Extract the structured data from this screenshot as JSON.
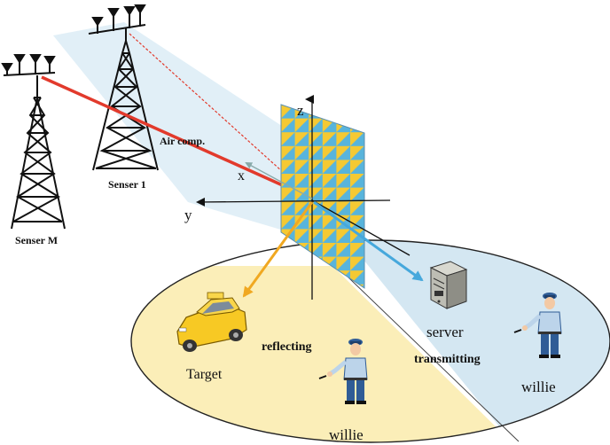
{
  "labels": {
    "senser_1": "Senser 1",
    "senser_m": "Senser M",
    "air_comp": "Air comp.",
    "axis_z": "z",
    "axis_x": "x",
    "axis_y": "y",
    "target": "Target",
    "reflecting": "reflecting",
    "server": "server",
    "transmitting": "transmitting",
    "willie_front": "willie",
    "willie_right": "willie"
  },
  "icons": {
    "tower_left": "antenna-tower-icon",
    "tower_right": "antenna-tower-icon",
    "ris": "ris-panel-icon",
    "target": "taxi-car-icon",
    "server": "server-icon",
    "willie": "police-officer-icon"
  },
  "colors": {
    "background": "#ffffff",
    "coverage_beam": "#dcecf6",
    "reflecting_region": "#fbeeb8",
    "transmitting_region": "#d4e7f2",
    "ellipse_outline": "#222222",
    "air_comp_arrow": "#e23a2c",
    "reflect_arrow": "#f0a821",
    "transmit_arrow": "#46a8dc",
    "ris_yellow": "#f5c933",
    "ris_blue": "#58b4dc",
    "taxi": "#f7c924",
    "police": "#2f5c96"
  }
}
